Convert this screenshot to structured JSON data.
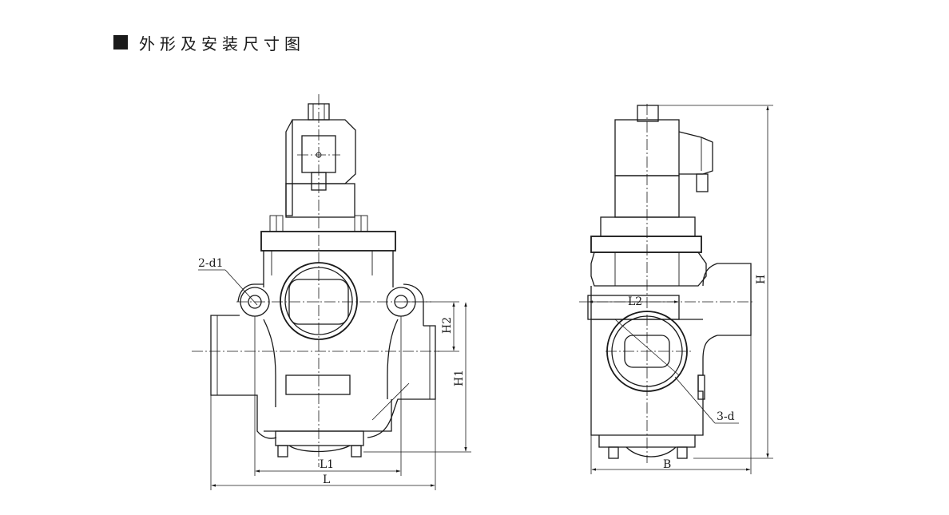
{
  "header": {
    "title": "外形及安装尺寸图"
  },
  "labels": {
    "holes_front": "2-d1",
    "width_l": "L",
    "width_l1": "L1",
    "height_h1": "H1",
    "height_h2": "H2",
    "width_l2": "L2",
    "depth_b": "B",
    "height_h": "H",
    "ports_side": "3-d"
  },
  "colors": {
    "line": "#1a1a1a",
    "background": "#ffffff"
  }
}
